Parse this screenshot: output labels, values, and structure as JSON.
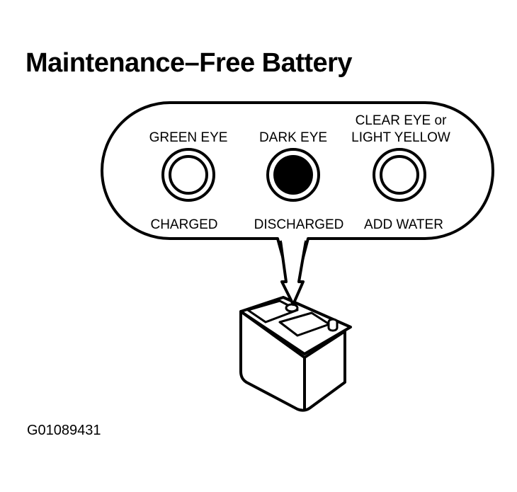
{
  "title": "Maintenance–Free Battery",
  "figure_id": "G01089431",
  "indicators": [
    {
      "top_label": "GREEN EYE",
      "bottom_label": "CHARGED",
      "eye": "light"
    },
    {
      "top_label": "DARK EYE",
      "bottom_label": "DISCHARGED",
      "eye": "dark"
    },
    {
      "top_label_line1": "CLEAR EYE or",
      "top_label_line2": "LIGHT YELLOW",
      "bottom_label": "ADD WATER",
      "eye": "light"
    }
  ]
}
